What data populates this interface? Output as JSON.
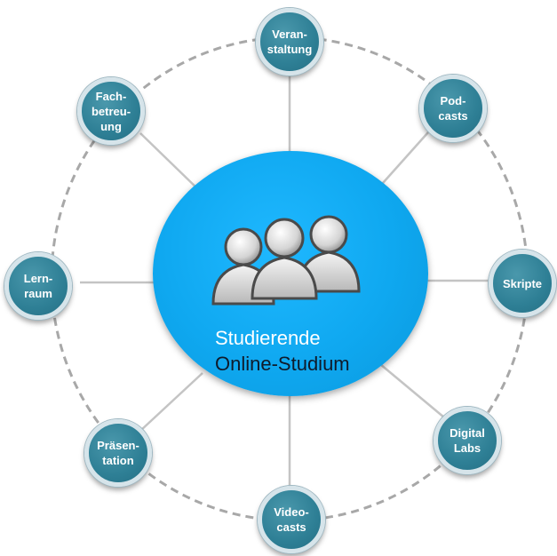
{
  "center": {
    "line1": "Studierende",
    "line2": "Online-Studium"
  },
  "nodes": [
    {
      "id": "veranstaltung",
      "label": "Veran-\nstaltung"
    },
    {
      "id": "podcasts",
      "label": "Pod-\ncasts"
    },
    {
      "id": "skripte",
      "label": "Skripte"
    },
    {
      "id": "digital-labs",
      "label": "Digital\nLabs"
    },
    {
      "id": "videocasts",
      "label": "Video-\ncasts"
    },
    {
      "id": "praesentation",
      "label": "Präsen-\ntation"
    },
    {
      "id": "lernraum",
      "label": "Lern-\nraum"
    },
    {
      "id": "fachbetreuung",
      "label": "Fach-\nbetreu-\nung"
    }
  ],
  "colors": {
    "center_fill": "#0fa8f0",
    "node_fill": "#2e7f95",
    "node_ring": "#d6e4ea",
    "spoke": "#c4c4c4",
    "dashed_ring": "#a8a8a8"
  }
}
